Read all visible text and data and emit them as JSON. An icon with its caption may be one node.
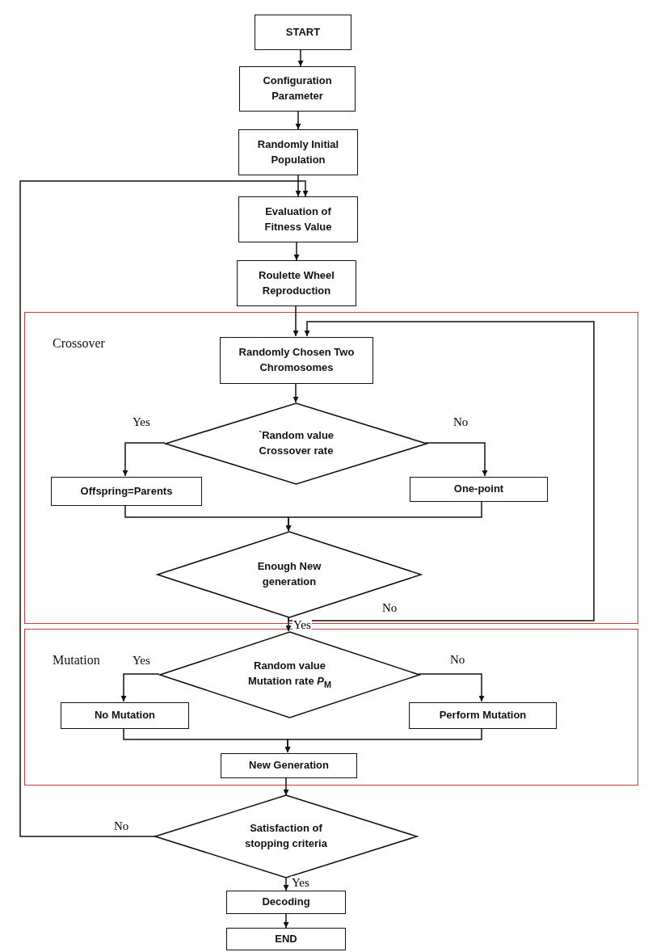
{
  "diagram": {
    "nodes": [
      {
        "text": [
          "START"
        ]
      },
      {
        "text": [
          "Configuration Parameter"
        ]
      },
      {
        "text": [
          "Randomly Initial Population"
        ]
      },
      {
        "text": [
          "Evaluation of Fitness Value"
        ]
      },
      {
        "text": [
          "Roulette Wheel Reproduction"
        ]
      },
      {
        "text": [
          "Crossover"
        ]
      },
      {
        "text": [
          "Randomly Chosen Two Chromosomes"
        ],
        "in": 5
      },
      {
        "text": [
          "`Random value Crossover rate"
        ],
        "in": 5
      },
      {
        "text": [
          "Offspring=Parents"
        ],
        "in": 5
      },
      {
        "text": [
          "One-point"
        ],
        "in": 5
      },
      {
        "text": [
          "Enough New generation"
        ],
        "in": 5
      },
      {
        "text": [
          "Mutation"
        ]
      },
      {
        "text": [
          "Random value Mutation rate *P*$_{M}$"
        ],
        "in": 11
      },
      {
        "text": [
          "No Mutation"
        ],
        "in": 11
      },
      {
        "text": [
          "Perform Mutation"
        ],
        "in": 11
      },
      {
        "text": [
          "New Generation"
        ],
        "in": 11
      },
      {
        "text": [
          "Satisfaction of stopping criteria"
        ]
      },
      {
        "text": [
          "Decoding"
        ]
      },
      {
        "text": [
          "END"
        ]
      }
    ],
    "edges": [
      {
        "from": 0,
        "to": 1,
        "arrow": "to"
      },
      {
        "from": 1,
        "to": 2,
        "arrow": "to"
      },
      {
        "from": 2,
        "to": 3,
        "arrow": "to"
      },
      {
        "from": 3,
        "to": 4,
        "arrow": "to"
      },
      {
        "from": 4,
        "to": 6,
        "arrow": "to"
      },
      {
        "from": 6,
        "to": 7,
        "arrow": "to"
      },
      {
        "from": 7,
        "to": 8,
        "arrow": "to",
        "label": "Yes"
      },
      {
        "from": 7,
        "to": 9,
        "arrow": "to",
        "label": "No"
      },
      {
        "from": 8,
        "to": 10,
        "arrow": "to"
      },
      {
        "from": 9,
        "to": 10,
        "arrow": "to"
      },
      {
        "from": 10,
        "to": 6,
        "arrow": "to",
        "label": "No"
      },
      {
        "from": 10,
        "to": 12,
        "arrow": "to",
        "label": "Yes"
      },
      {
        "from": 12,
        "to": 13,
        "arrow": "to",
        "label": "Yes"
      },
      {
        "from": 12,
        "to": 14,
        "arrow": "to",
        "label": "No"
      },
      {
        "from": 13,
        "to": 15,
        "arrow": "to"
      },
      {
        "from": 14,
        "to": 15,
        "arrow": "to"
      },
      {
        "from": 15,
        "to": 16,
        "arrow": "to"
      },
      {
        "from": 16,
        "to": 3,
        "arrow": "to",
        "label": "No"
      },
      {
        "from": 16,
        "to": 17,
        "arrow": "to",
        "label": "Yes"
      },
      {
        "from": 17,
        "to": 18,
        "arrow": "to"
      }
    ]
  }
}
